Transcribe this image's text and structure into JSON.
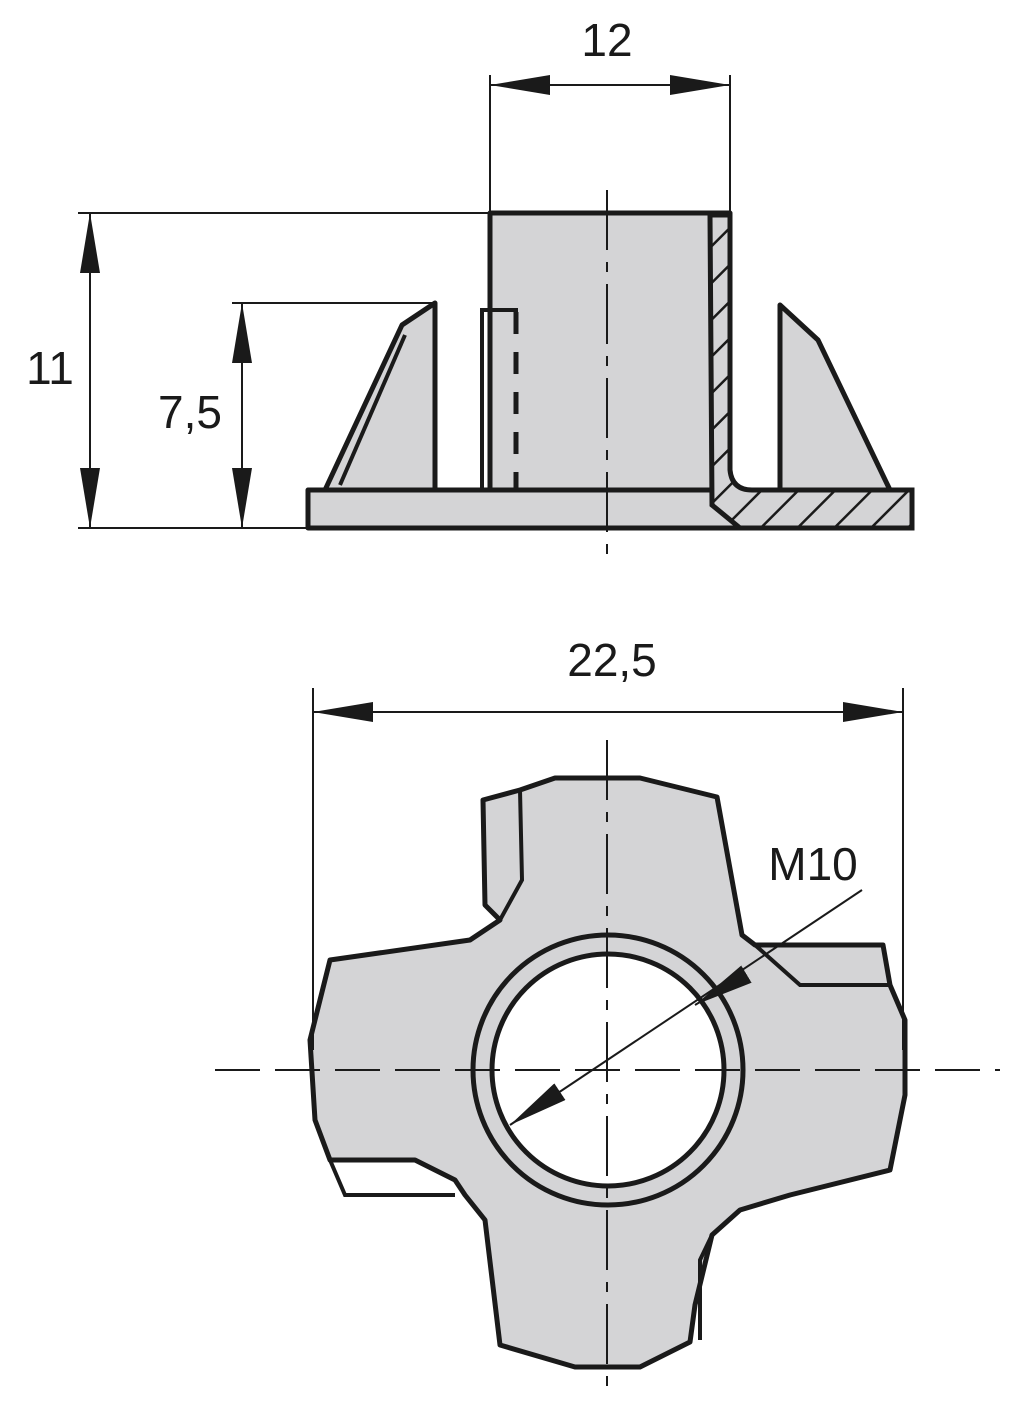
{
  "drawing": {
    "side_view": {
      "dim_width_label": "12",
      "dim_total_height_label": "11",
      "dim_prong_height_label": "7,5"
    },
    "top_view": {
      "dim_overall_width_label": "22,5",
      "thread_label": "M10"
    },
    "colors": {
      "part_fill": "#d4d4d6",
      "line": "#1a1a1a"
    }
  }
}
